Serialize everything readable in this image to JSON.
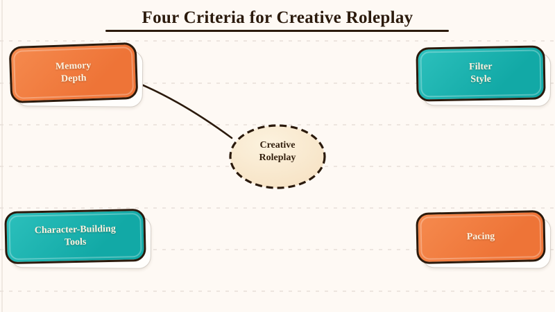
{
  "title": "Four Criteria for Creative Roleplay",
  "center_node": {
    "line1": "Creative",
    "line2": "Roleplay"
  },
  "nodes": {
    "memory_depth": {
      "line1": "Memory",
      "line2": "Depth",
      "color": "#EE7437"
    },
    "filter_style": {
      "line1": "Filter",
      "line2": "Style",
      "color": "#12A9A6"
    },
    "character_building_tools": {
      "line1": "Character-Building",
      "line2": "Tools",
      "color": "#12A9A6"
    },
    "pacing": {
      "line1": "Pacing",
      "color": "#EE7437"
    }
  },
  "colors": {
    "background": "#FEF9F4",
    "ink": "#2B1A0C",
    "orange": "#EE7437",
    "teal": "#12A9A6",
    "ellipse_fill": "#F8E6C9",
    "box_text": "#FCF3E1",
    "guide_line": "#EDE5DF"
  }
}
